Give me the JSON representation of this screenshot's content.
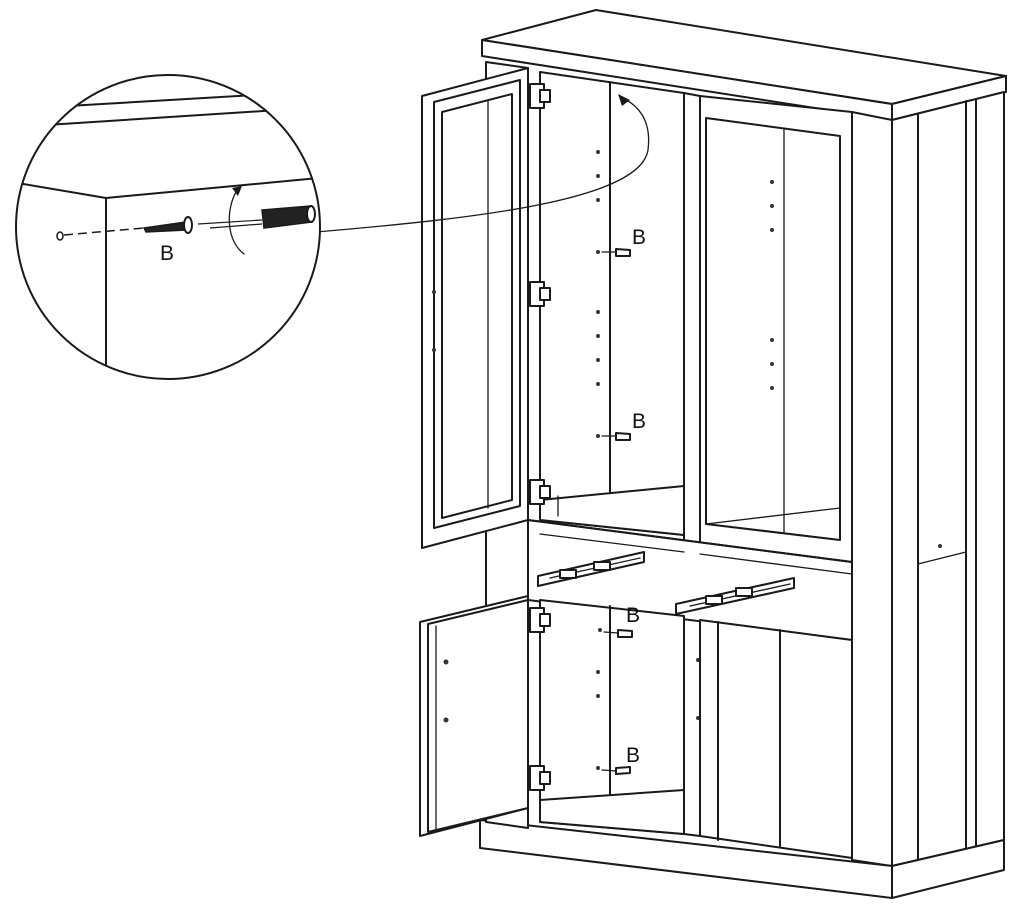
{
  "diagram": {
    "part_label": "B",
    "callouts": [
      {
        "id": "detail",
        "text": "B"
      },
      {
        "id": "upper-1",
        "text": "B"
      },
      {
        "id": "upper-2",
        "text": "B"
      },
      {
        "id": "lower-1",
        "text": "B"
      },
      {
        "id": "lower-2",
        "text": "B"
      }
    ],
    "icons": [
      "screw-icon",
      "screwdriver-icon",
      "rotate-arrow-icon",
      "hinge-icon",
      "drawer-slide-icon"
    ]
  }
}
